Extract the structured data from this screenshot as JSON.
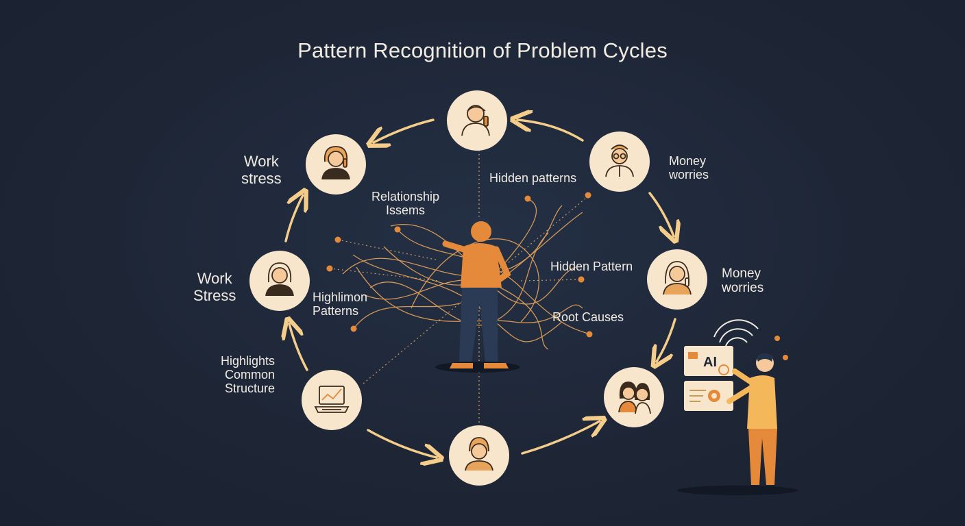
{
  "title": "Pattern Recognition of Problem Cycles",
  "labels": {
    "work_stress_top": [
      "Work",
      "stress"
    ],
    "work_stress_mid": [
      "Work",
      "Stress"
    ],
    "highlights_common": [
      "Highlights",
      "Common",
      "Structure"
    ],
    "relationship": [
      "Relationship",
      "Issems"
    ],
    "highlimon": [
      "Highlimon",
      "Patterns"
    ],
    "hidden_patterns": "Hidden patterns",
    "hidden_pattern": "Hidden Pattern",
    "root_causes": "Root Causes",
    "money_top": [
      "Money",
      "worries"
    ],
    "money_mid": [
      "Money",
      "worries"
    ]
  },
  "ai_badge": "AI",
  "icons": [
    "person-phone-icon",
    "woman-phone-icon",
    "man-glasses-icon",
    "woman-thinking-icon",
    "woman-smile-icon",
    "chart-laptop-icon",
    "child-face-icon",
    "two-women-icon"
  ],
  "colors": {
    "background": "#1e2636",
    "node": "#f7e6cc",
    "arrow": "#f4cd8a",
    "accent": "#e58a3a",
    "text": "#f1ece2"
  }
}
